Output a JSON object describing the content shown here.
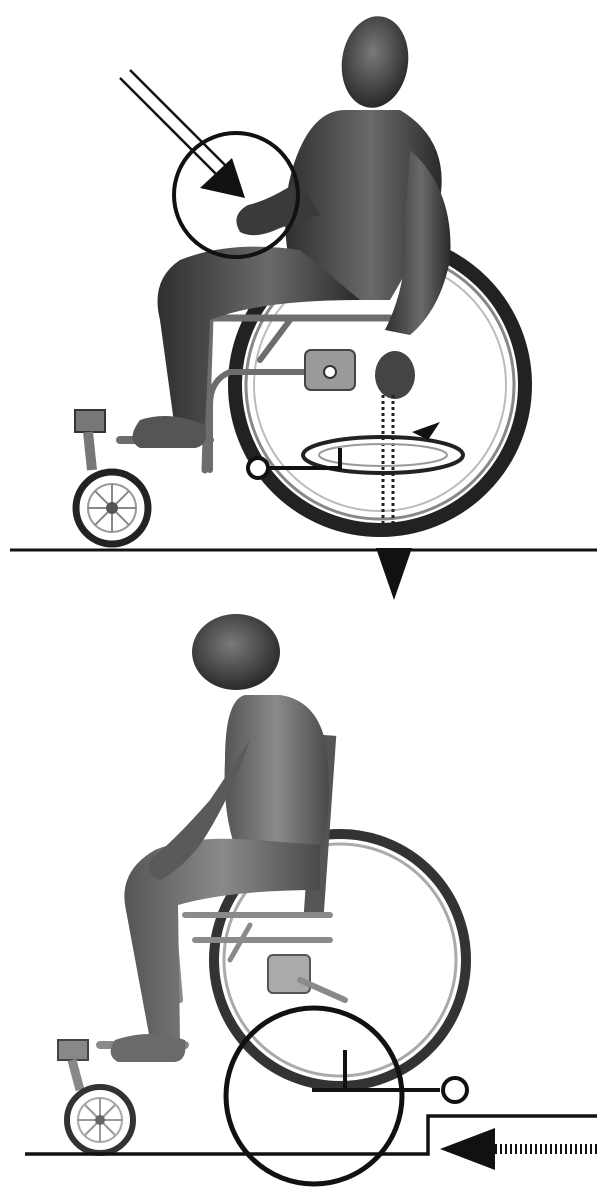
{
  "figure": {
    "panels": [
      {
        "id": "top",
        "subject": "wheelchair-user-tilting",
        "annotations": [
          "push-arrow",
          "highlight-circle",
          "rotation-arrow",
          "downward-arrow"
        ]
      },
      {
        "id": "bottom",
        "subject": "wheelchair-user-curb",
        "annotations": [
          "highlight-circle",
          "leftward-arrow",
          "curb-step"
        ]
      }
    ],
    "colors": {
      "figure": "#4a4a4a",
      "line": "#111111",
      "frame": "#8a8a8a",
      "background": "#ffffff"
    }
  }
}
